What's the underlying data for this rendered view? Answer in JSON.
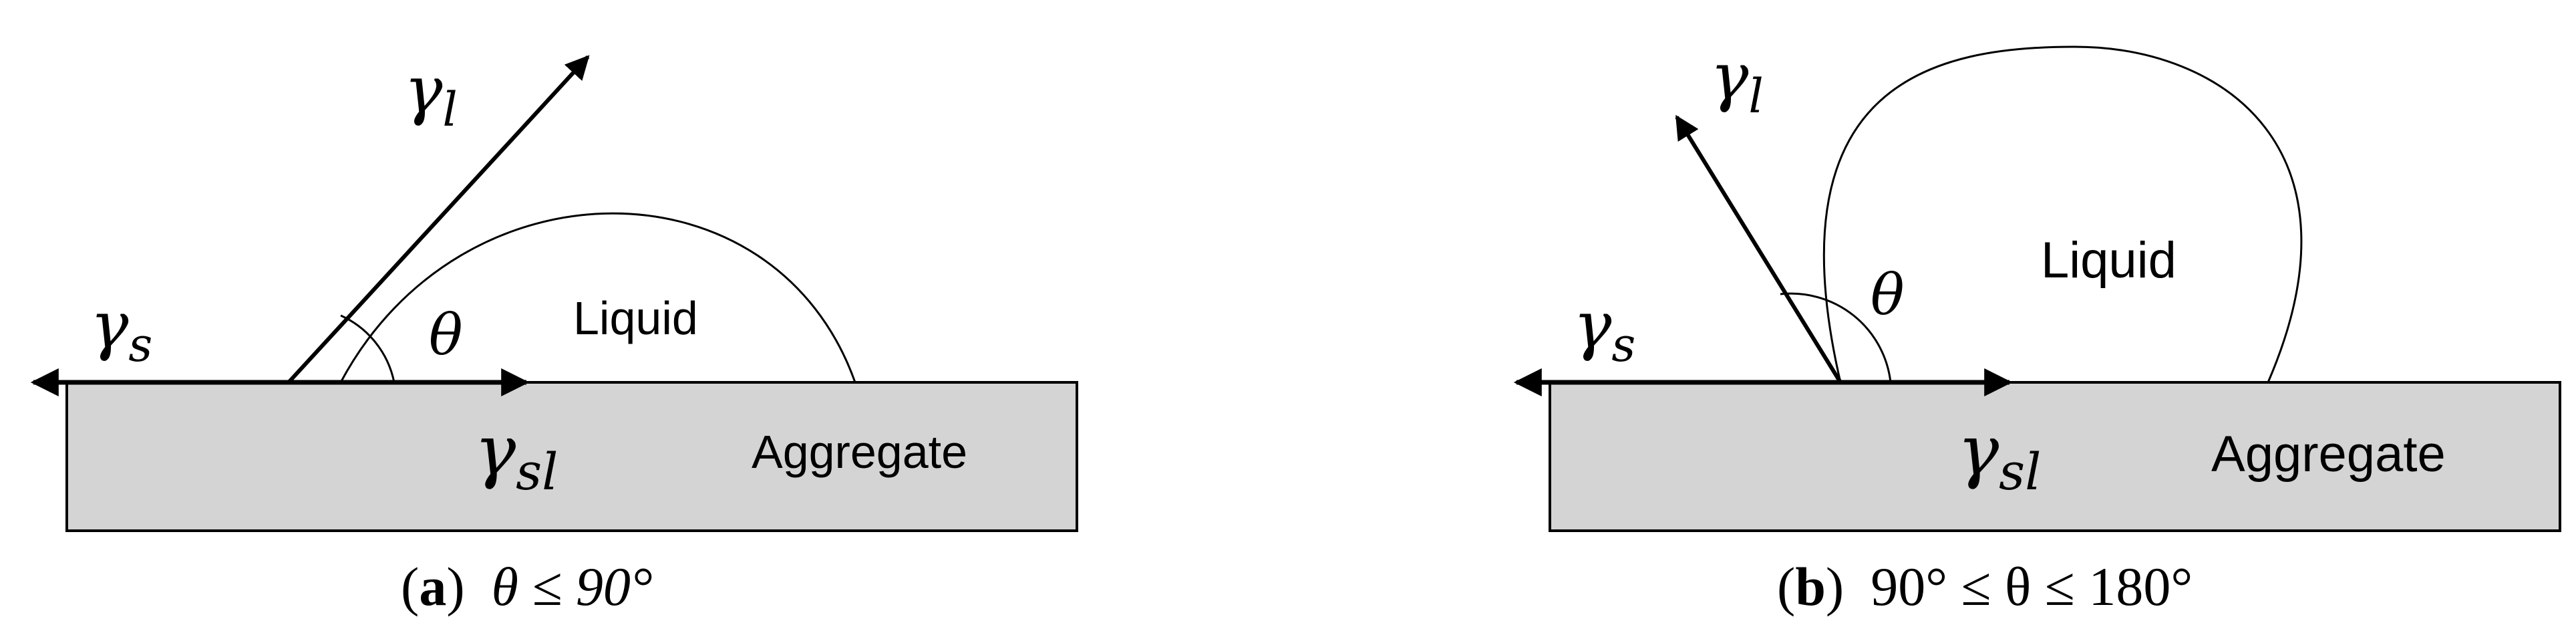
{
  "panels": [
    {
      "gamma_l": {
        "base": "γ",
        "sub": "l"
      },
      "gamma_s": {
        "base": "γ",
        "sub": "s"
      },
      "gamma_sl": {
        "base": "γ",
        "sub": "sl"
      },
      "theta": "θ",
      "liquid_label": "Liquid",
      "aggregate_label": "Aggregate",
      "caption": {
        "letter": "a",
        "condition": "θ ≤ 90°"
      }
    },
    {
      "gamma_l": {
        "base": "γ",
        "sub": "l"
      },
      "gamma_s": {
        "base": "γ",
        "sub": "s"
      },
      "gamma_sl": {
        "base": "γ",
        "sub": "sl"
      },
      "theta": "θ",
      "liquid_label": "Liquid",
      "aggregate_label": "Aggregate",
      "caption": {
        "letter": "b",
        "condition": "90° ≤ θ ≤ 180°"
      }
    }
  ],
  "colors": {
    "substrate_fill": "#d4d4d4",
    "line": "#000000"
  }
}
